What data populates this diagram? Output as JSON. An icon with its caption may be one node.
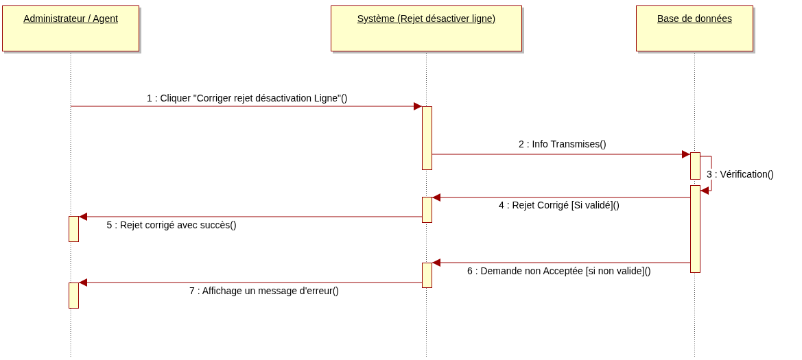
{
  "diagram": {
    "nodes": [
      {
        "text": [
          "Administrateur / Agent"
        ]
      },
      {
        "text": [
          "Système (Rejet désactiver ligne)"
        ]
      },
      {
        "text": [
          "Base de données"
        ]
      },
      {
        "text": [],
        "shape": "bar"
      },
      {
        "text": [],
        "shape": "bar"
      },
      {
        "text": [],
        "shape": "bar"
      },
      {
        "text": [],
        "shape": "bar"
      },
      {
        "text": [],
        "shape": "bar"
      },
      {
        "text": [],
        "shape": "bar"
      },
      {
        "text": [],
        "shape": "bar"
      }
    ],
    "edges": [
      {
        "from": 0,
        "to": 3,
        "arrow": "to",
        "label": "1 : Cliquer \"Corriger rejet désactivation Ligne\"()"
      },
      {
        "from": 3,
        "to": 4,
        "arrow": "to",
        "label": "2 : Info Transmises()"
      },
      {
        "from": 4,
        "to": 5,
        "arrow": "to",
        "label": "3 : Vérification()"
      },
      {
        "from": 5,
        "to": 6,
        "arrow": "to",
        "label": "4 : Rejet Corrigé [Si validé]()"
      },
      {
        "from": 6,
        "to": 7,
        "arrow": "to",
        "label": "5 : Rejet corrigé avec succès()"
      },
      {
        "from": 5,
        "to": 8,
        "arrow": "to",
        "label": "6 : Demande non Acceptée [si non valide]()"
      },
      {
        "from": 8,
        "to": 9,
        "arrow": "to",
        "label": "7 : Affichage un message d'erreur()"
      }
    ]
  }
}
